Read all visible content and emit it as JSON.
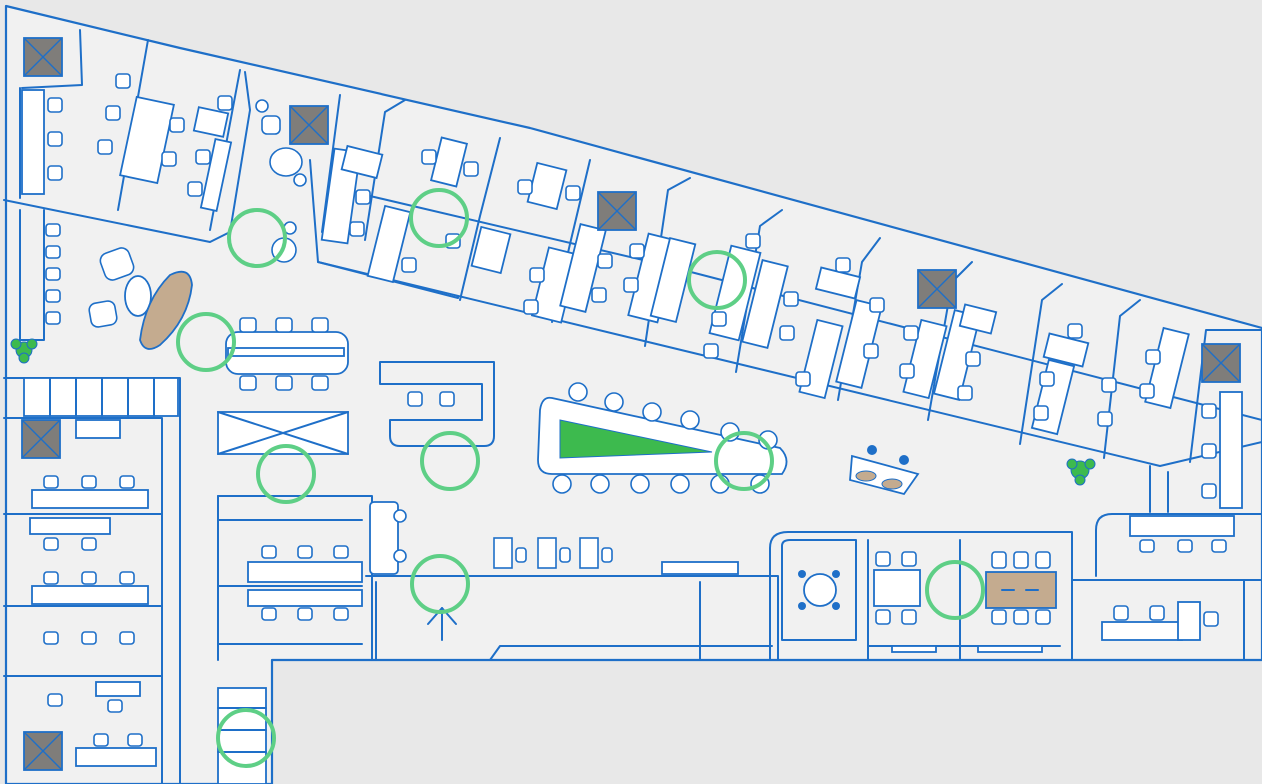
{
  "colors": {
    "background": "#e8e8e8",
    "floor": "#f1f1f1",
    "line": "#1e6fc8",
    "furniture": "#ffffff",
    "column": "#7f7d7a",
    "accent_furniture": "#c4ab8f",
    "plant": "#3dba4e",
    "hotspot": "#5ecf86"
  },
  "columns": [
    {
      "id": "col-1"
    },
    {
      "id": "col-2"
    },
    {
      "id": "col-3"
    },
    {
      "id": "col-4"
    },
    {
      "id": "col-5"
    },
    {
      "id": "col-6"
    },
    {
      "id": "col-7"
    }
  ],
  "hotspots": [
    {
      "id": "workstations-left"
    },
    {
      "id": "workstations-center"
    },
    {
      "id": "workstations-right"
    },
    {
      "id": "lounge"
    },
    {
      "id": "storage"
    },
    {
      "id": "phone-booth"
    },
    {
      "id": "planter-table"
    },
    {
      "id": "entrance"
    },
    {
      "id": "meeting-room"
    },
    {
      "id": "corridor"
    }
  ],
  "legend_icons": [
    "entrance-arrow-icon",
    "column-icon",
    "plant-icon",
    "hotspot-icon"
  ]
}
